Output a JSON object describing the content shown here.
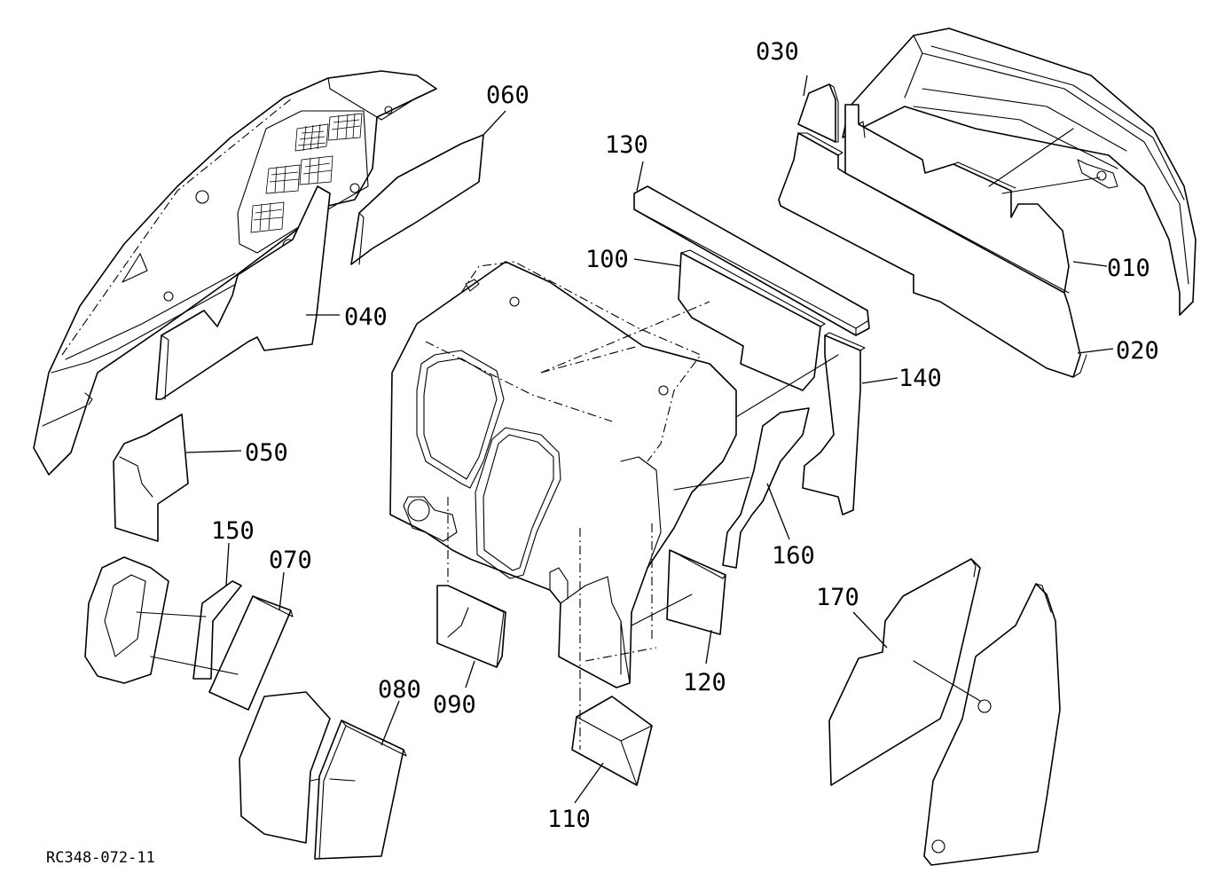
{
  "drawing_code": "RC348-072-11",
  "parts": [
    {
      "id": "p010",
      "number": "010"
    },
    {
      "id": "p020",
      "number": "020"
    },
    {
      "id": "p030",
      "number": "030"
    },
    {
      "id": "p040",
      "number": "040"
    },
    {
      "id": "p050",
      "number": "050"
    },
    {
      "id": "p060",
      "number": "060"
    },
    {
      "id": "p070",
      "number": "070"
    },
    {
      "id": "p080",
      "number": "080"
    },
    {
      "id": "p090",
      "number": "090"
    },
    {
      "id": "p100",
      "number": "100"
    },
    {
      "id": "p110",
      "number": "110"
    },
    {
      "id": "p120",
      "number": "120"
    },
    {
      "id": "p130",
      "number": "130"
    },
    {
      "id": "p140",
      "number": "140"
    },
    {
      "id": "p150",
      "number": "150"
    },
    {
      "id": "p160",
      "number": "160"
    },
    {
      "id": "p170",
      "number": "170"
    }
  ]
}
